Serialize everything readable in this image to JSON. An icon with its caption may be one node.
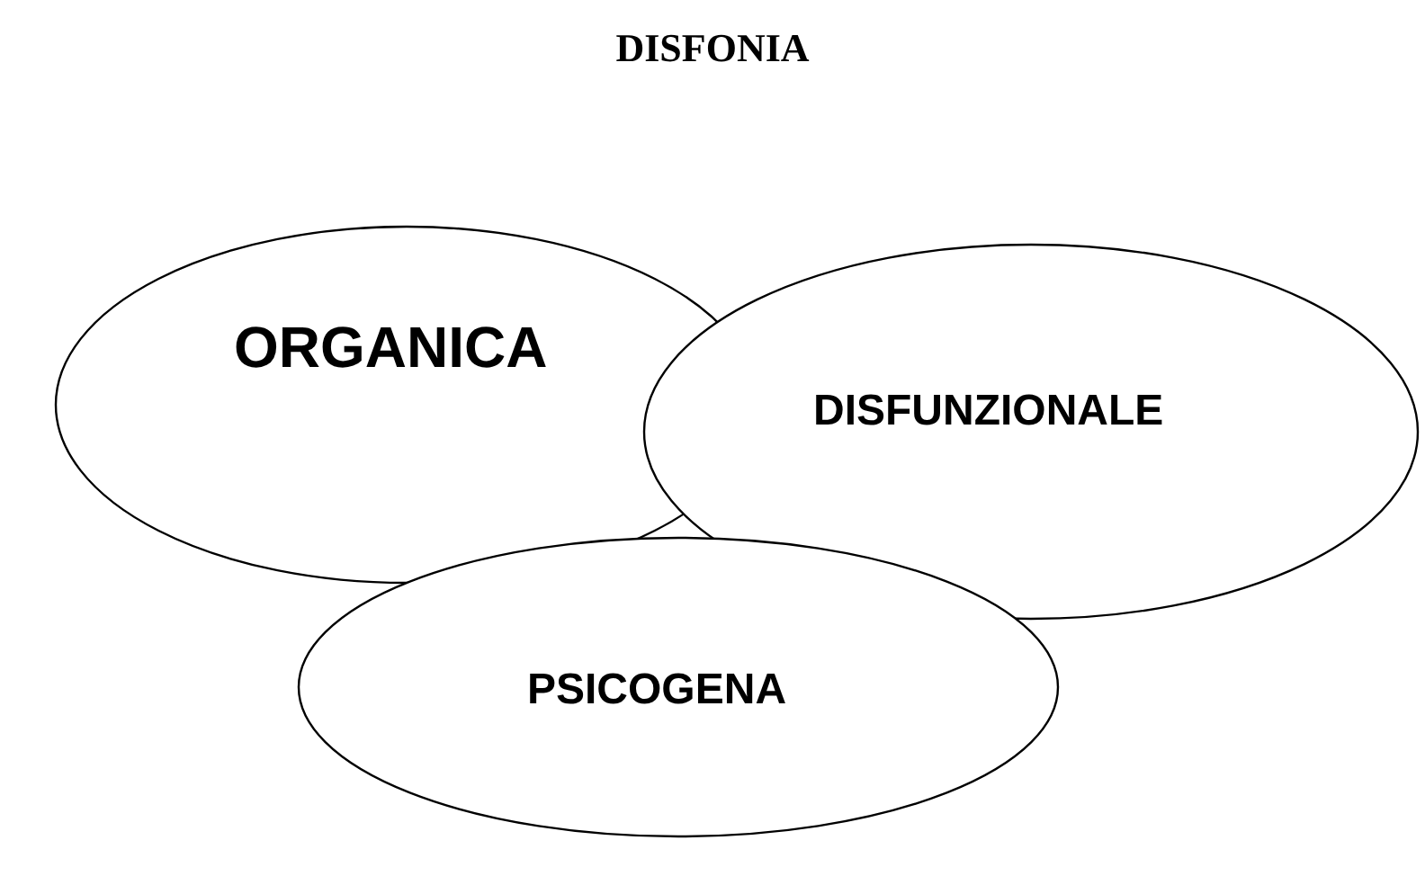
{
  "diagram": {
    "title": "DISFONIA",
    "nodes": [
      {
        "text": [
          "ORGANICA"
        ]
      },
      {
        "text": [
          "DISFUNZIONALE"
        ]
      },
      {
        "text": [
          "PSICOGENA"
        ]
      }
    ]
  }
}
